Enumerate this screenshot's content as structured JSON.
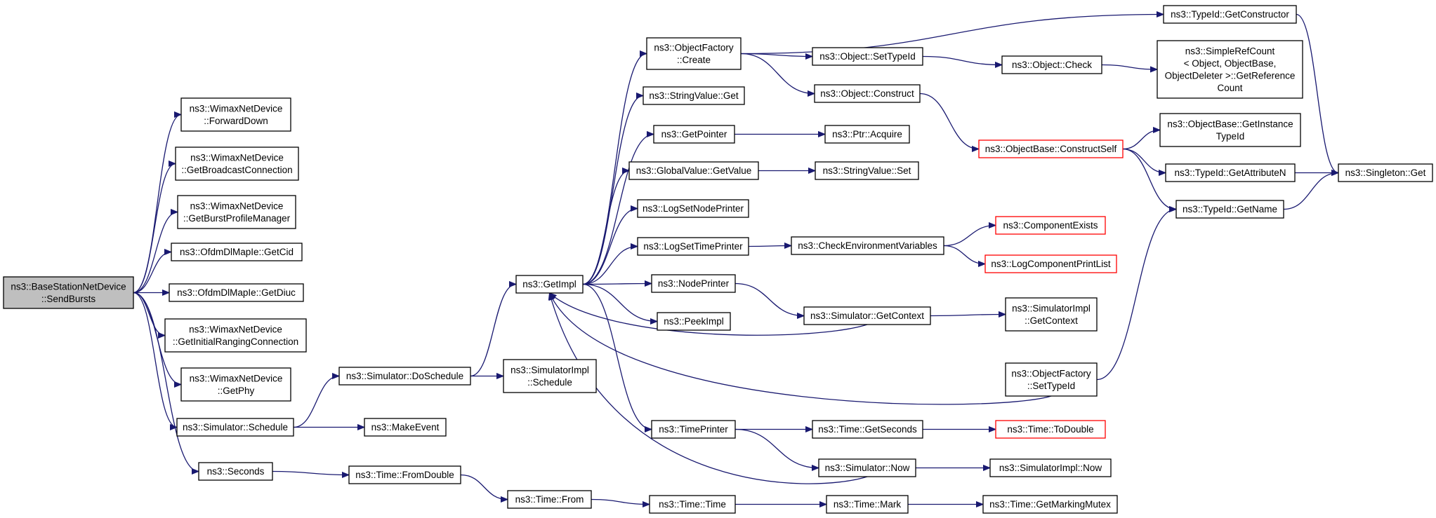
{
  "nodes": [
    {
      "id": "root",
      "lines": [
        "ns3::BaseStationNetDevice",
        "::SendBursts"
      ],
      "style": "root"
    },
    {
      "id": "fwd",
      "lines": [
        "ns3::WimaxNetDevice",
        "::ForwardDown"
      ],
      "style": "normal"
    },
    {
      "id": "bcast",
      "lines": [
        "ns3::WimaxNetDevice",
        "::GetBroadcastConnection"
      ],
      "style": "normal"
    },
    {
      "id": "burstpm",
      "lines": [
        "ns3::WimaxNetDevice",
        "::GetBurstProfileManager"
      ],
      "style": "normal"
    },
    {
      "id": "getcid",
      "lines": [
        "ns3::OfdmDlMapIe::GetCid"
      ],
      "style": "normal"
    },
    {
      "id": "getdiuc",
      "lines": [
        "ns3::OfdmDlMapIe::GetDiuc"
      ],
      "style": "normal"
    },
    {
      "id": "initrang",
      "lines": [
        "ns3::WimaxNetDevice",
        "::GetInitialRangingConnection"
      ],
      "style": "normal"
    },
    {
      "id": "getphy",
      "lines": [
        "ns3::WimaxNetDevice",
        "::GetPhy"
      ],
      "style": "normal"
    },
    {
      "id": "simsched",
      "lines": [
        "ns3::Simulator::Schedule"
      ],
      "style": "normal"
    },
    {
      "id": "seconds",
      "lines": [
        "ns3::Seconds"
      ],
      "style": "normal"
    },
    {
      "id": "dosched",
      "lines": [
        "ns3::Simulator::DoSchedule"
      ],
      "style": "normal"
    },
    {
      "id": "makeevent",
      "lines": [
        "ns3::MakeEvent"
      ],
      "style": "normal"
    },
    {
      "id": "fromdouble",
      "lines": [
        "ns3::Time::FromDouble"
      ],
      "style": "normal"
    },
    {
      "id": "simimplsched",
      "lines": [
        "ns3::SimulatorImpl",
        "::Schedule"
      ],
      "style": "normal"
    },
    {
      "id": "getimpl",
      "lines": [
        "ns3::GetImpl"
      ],
      "style": "normal"
    },
    {
      "id": "timefrom",
      "lines": [
        "ns3::Time::From"
      ],
      "style": "normal"
    },
    {
      "id": "ofcreate",
      "lines": [
        "ns3::ObjectFactory",
        "::Create"
      ],
      "style": "normal"
    },
    {
      "id": "svget",
      "lines": [
        "ns3::StringValue::Get"
      ],
      "style": "normal"
    },
    {
      "id": "getpointer",
      "lines": [
        "ns3::GetPointer"
      ],
      "style": "normal"
    },
    {
      "id": "gvgetvalue",
      "lines": [
        "ns3::GlobalValue::GetValue"
      ],
      "style": "normal"
    },
    {
      "id": "lognode",
      "lines": [
        "ns3::LogSetNodePrinter"
      ],
      "style": "normal"
    },
    {
      "id": "logtime",
      "lines": [
        "ns3::LogSetTimePrinter"
      ],
      "style": "normal"
    },
    {
      "id": "nodeprinter",
      "lines": [
        "ns3::NodePrinter"
      ],
      "style": "normal"
    },
    {
      "id": "peekimpl",
      "lines": [
        "ns3::PeekImpl"
      ],
      "style": "normal"
    },
    {
      "id": "timeprinter",
      "lines": [
        "ns3::TimePrinter"
      ],
      "style": "normal"
    },
    {
      "id": "timetime",
      "lines": [
        "ns3::Time::Time"
      ],
      "style": "normal"
    },
    {
      "id": "objsettid",
      "lines": [
        "ns3::Object::SetTypeId"
      ],
      "style": "normal"
    },
    {
      "id": "objconstruct",
      "lines": [
        "ns3::Object::Construct"
      ],
      "style": "normal"
    },
    {
      "id": "ptracquire",
      "lines": [
        "ns3::Ptr::Acquire"
      ],
      "style": "normal"
    },
    {
      "id": "svset",
      "lines": [
        "ns3::StringValue::Set"
      ],
      "style": "normal"
    },
    {
      "id": "checkenv",
      "lines": [
        "ns3::CheckEnvironmentVariables"
      ],
      "style": "normal"
    },
    {
      "id": "simgetctx",
      "lines": [
        "ns3::Simulator::GetContext"
      ],
      "style": "normal"
    },
    {
      "id": "timegetsec",
      "lines": [
        "ns3::Time::GetSeconds"
      ],
      "style": "normal"
    },
    {
      "id": "simnow",
      "lines": [
        "ns3::Simulator::Now"
      ],
      "style": "normal"
    },
    {
      "id": "timemark",
      "lines": [
        "ns3::Time::Mark"
      ],
      "style": "normal"
    },
    {
      "id": "tidgetctor",
      "lines": [
        "ns3::TypeId::GetConstructor"
      ],
      "style": "normal"
    },
    {
      "id": "objcheck",
      "lines": [
        "ns3::Object::Check"
      ],
      "style": "normal"
    },
    {
      "id": "obconstructself",
      "lines": [
        "ns3::ObjectBase::ConstructSelf"
      ],
      "style": "red"
    },
    {
      "id": "compexists",
      "lines": [
        "ns3::ComponentExists"
      ],
      "style": "red"
    },
    {
      "id": "logcomplist",
      "lines": [
        "ns3::LogComponentPrintList"
      ],
      "style": "red"
    },
    {
      "id": "simimplgetctx",
      "lines": [
        "ns3::SimulatorImpl",
        "::GetContext"
      ],
      "style": "normal"
    },
    {
      "id": "ofsettid",
      "lines": [
        "ns3::ObjectFactory",
        "::SetTypeId"
      ],
      "style": "normal"
    },
    {
      "id": "timetodouble",
      "lines": [
        "ns3::Time::ToDouble"
      ],
      "style": "red"
    },
    {
      "id": "simimplnow",
      "lines": [
        "ns3::SimulatorImpl::Now"
      ],
      "style": "normal"
    },
    {
      "id": "timegetmm",
      "lines": [
        "ns3::Time::GetMarkingMutex"
      ],
      "style": "normal"
    },
    {
      "id": "simplerefcount",
      "lines": [
        "ns3::SimpleRefCount",
        "< Object, ObjectBase,",
        "ObjectDeleter >::GetReference",
        "Count"
      ],
      "style": "normal"
    },
    {
      "id": "obgetinsttid",
      "lines": [
        "ns3::ObjectBase::GetInstance",
        "TypeId"
      ],
      "style": "normal"
    },
    {
      "id": "tidgetattrn",
      "lines": [
        "ns3::TypeId::GetAttributeN"
      ],
      "style": "normal"
    },
    {
      "id": "tidgetname",
      "lines": [
        "ns3::TypeId::GetName"
      ],
      "style": "normal"
    },
    {
      "id": "singletonget",
      "lines": [
        "ns3::Singleton::Get"
      ],
      "style": "normal"
    }
  ],
  "edges": [
    [
      "root",
      "fwd"
    ],
    [
      "root",
      "bcast"
    ],
    [
      "root",
      "burstpm"
    ],
    [
      "root",
      "getcid"
    ],
    [
      "root",
      "getdiuc"
    ],
    [
      "root",
      "initrang"
    ],
    [
      "root",
      "getphy"
    ],
    [
      "root",
      "simsched"
    ],
    [
      "root",
      "seconds"
    ],
    [
      "simsched",
      "dosched"
    ],
    [
      "simsched",
      "makeevent"
    ],
    [
      "dosched",
      "simimplsched"
    ],
    [
      "dosched",
      "getimpl"
    ],
    [
      "seconds",
      "fromdouble"
    ],
    [
      "fromdouble",
      "timefrom"
    ],
    [
      "timefrom",
      "timetime"
    ],
    [
      "timetime",
      "timemark"
    ],
    [
      "timemark",
      "timegetmm"
    ],
    [
      "getimpl",
      "ofcreate"
    ],
    [
      "getimpl",
      "svget"
    ],
    [
      "getimpl",
      "getpointer"
    ],
    [
      "getimpl",
      "gvgetvalue"
    ],
    [
      "getimpl",
      "lognode"
    ],
    [
      "getimpl",
      "logtime"
    ],
    [
      "getimpl",
      "nodeprinter"
    ],
    [
      "getimpl",
      "peekimpl"
    ],
    [
      "getimpl",
      "timeprinter"
    ],
    [
      "simgetctx",
      "getimpl"
    ],
    [
      "ofsettid",
      "getimpl"
    ],
    [
      "simnow",
      "getimpl"
    ],
    [
      "ofcreate",
      "tidgetctor"
    ],
    [
      "ofcreate",
      "objsettid"
    ],
    [
      "ofcreate",
      "objconstruct"
    ],
    [
      "getpointer",
      "ptracquire"
    ],
    [
      "gvgetvalue",
      "svset"
    ],
    [
      "logtime",
      "checkenv"
    ],
    [
      "checkenv",
      "compexists"
    ],
    [
      "checkenv",
      "logcomplist"
    ],
    [
      "nodeprinter",
      "simgetctx"
    ],
    [
      "simgetctx",
      "simimplgetctx"
    ],
    [
      "timeprinter",
      "timegetsec"
    ],
    [
      "timeprinter",
      "simnow"
    ],
    [
      "timegetsec",
      "timetodouble"
    ],
    [
      "simnow",
      "simimplnow"
    ],
    [
      "objsettid",
      "objcheck"
    ],
    [
      "objcheck",
      "simplerefcount"
    ],
    [
      "objconstruct",
      "obconstructself"
    ],
    [
      "obconstructself",
      "obgetinsttid"
    ],
    [
      "obconstructself",
      "tidgetattrn"
    ],
    [
      "obconstructself",
      "tidgetname"
    ],
    [
      "tidgetctor",
      "singletonget"
    ],
    [
      "tidgetattrn",
      "singletonget"
    ],
    [
      "tidgetname",
      "singletonget"
    ],
    [
      "ofsettid",
      "tidgetname"
    ]
  ]
}
